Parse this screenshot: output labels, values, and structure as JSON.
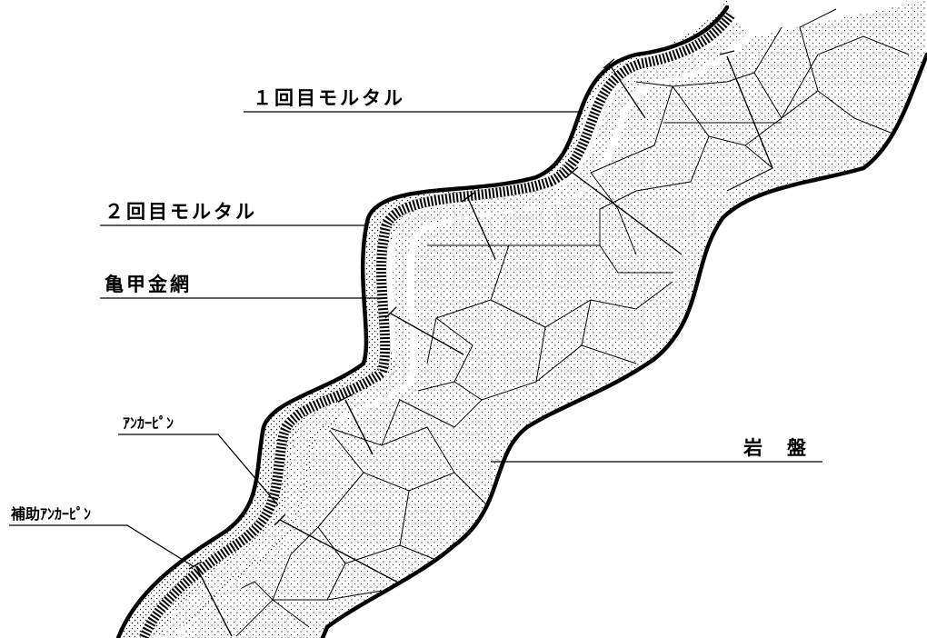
{
  "labels": {
    "mortar_1": "１回目モルタル",
    "mortar_2": "２回目モルタル",
    "wire_mesh": "亀甲金網",
    "anchor_pin": "ｱﾝｶｰﾋﾟﾝ",
    "aux_anchor_pin": "補助ｱﾝｶｰﾋﾟﾝ",
    "bedrock": "岩　盤"
  },
  "colors": {
    "line": "#000000",
    "background": "#ffffff",
    "mesh_band": "#ffffff"
  }
}
